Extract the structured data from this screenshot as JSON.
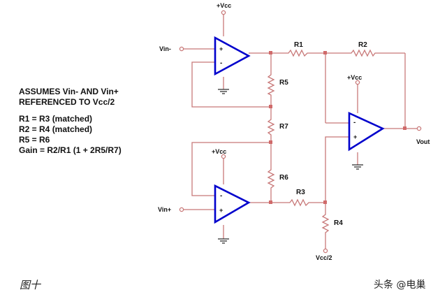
{
  "notes": {
    "line1": "ASSUMES Vin- AND Vin+",
    "line2": "REFERENCED TO Vcc/2",
    "eq1": "R1 = R3 (matched)",
    "eq2": "R2 = R4 (matched)",
    "eq3": "R5 = R6",
    "eq4": "Gain = R2/R1 (1 + 2R5/R7)"
  },
  "labels": {
    "vcc_top": "+Vcc",
    "vcc_out": "+Vcc",
    "vcc_bottom": "+Vcc",
    "vin_minus": "Vin-",
    "vin_plus": "Vin+",
    "vout": "Vout",
    "vcc_half": "Vcc/2",
    "r1": "R1",
    "r2": "R2",
    "r3": "R3",
    "r4": "R4",
    "r5": "R5",
    "r6": "R6",
    "r7": "R7",
    "plus_sign": "+",
    "minus_sign": "-"
  },
  "captions": {
    "figure": "图十",
    "source": "头条 @电巢"
  },
  "colors": {
    "wire": "#c87878",
    "opamp": "#0000cc",
    "ground": "#333333",
    "text": "#111111"
  }
}
